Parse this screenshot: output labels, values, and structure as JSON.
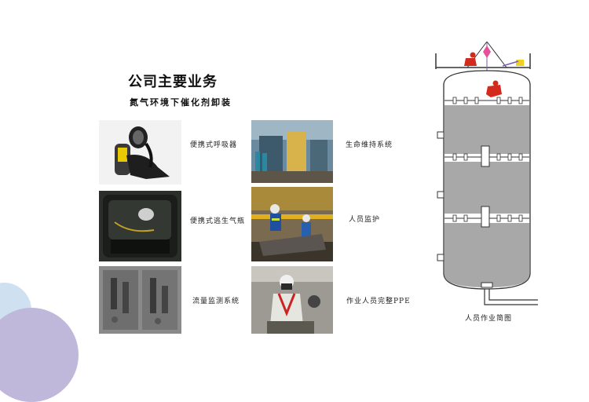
{
  "page": {
    "title": "公司主要业务",
    "subtitle": "氮气环境下催化剂卸装"
  },
  "items": [
    {
      "label": "便携式呼吸器",
      "photo": "breathing-apparatus"
    },
    {
      "label": "生命维持系统",
      "photo": "life-support-system"
    },
    {
      "label": "便携式逃生气瓶",
      "photo": "escape-cylinder-case"
    },
    {
      "label": "人员监护",
      "photo": "personnel-monitoring"
    },
    {
      "label": "流量监测系统",
      "photo": "flow-monitoring-panel"
    },
    {
      "label": "作业人员完整PPE",
      "photo": "worker-full-ppe"
    }
  ],
  "diagram": {
    "caption": "人员作业简图",
    "colors": {
      "catalyst": "#a8a8a8",
      "figure": "#d42a1e",
      "line": "#333333"
    }
  },
  "decoration_colors": [
    "#c9d9ee",
    "#b9b4d8"
  ]
}
